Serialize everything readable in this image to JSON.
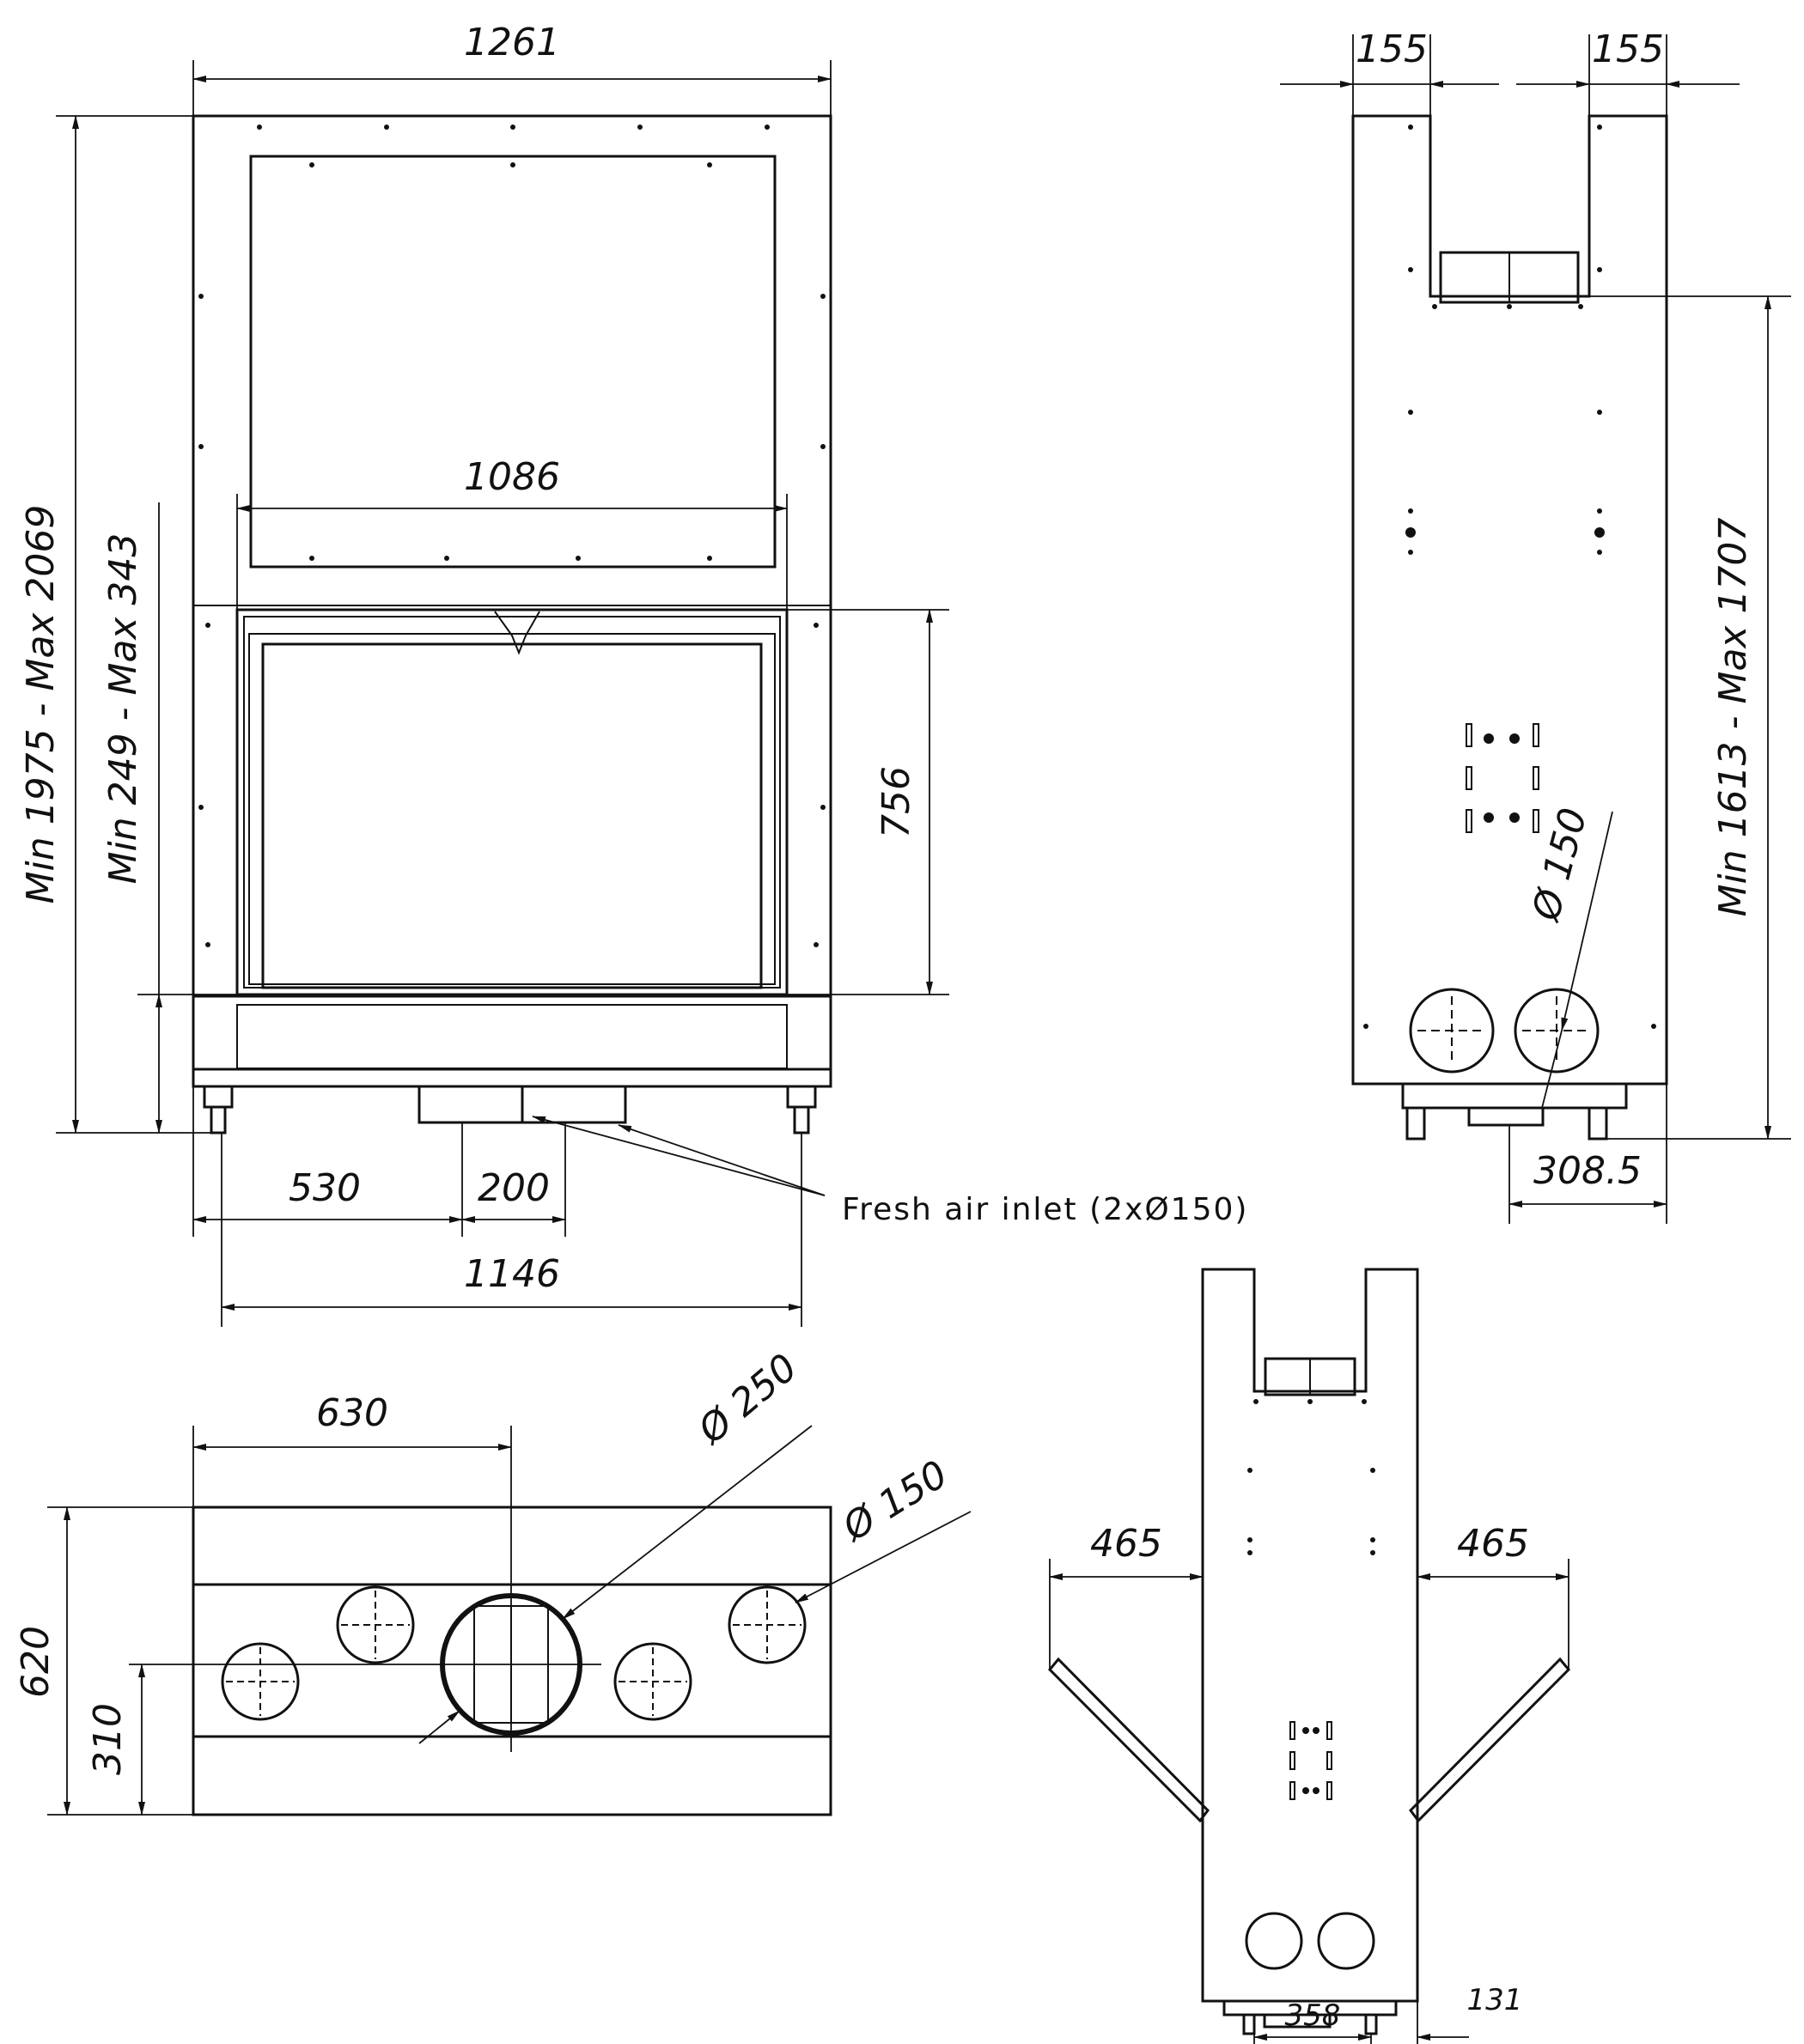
{
  "front_view": {
    "width_overall": "1261",
    "width_opening": "1086",
    "height_door": "756",
    "height_total": "Min 1975 - Max 2069",
    "height_base": "Min 249 - Max 343",
    "inlet_offset": "530",
    "inlet_spacing": "200",
    "width_base": "1146",
    "note": "Fresh air inlet (2xØ150)"
  },
  "side_view": {
    "depth_left": "155",
    "depth_right": "155",
    "height_collar": "Min 1613 - Max 1707",
    "duct_diameter": "Ø 150",
    "base_offset": "308.5"
  },
  "top_view": {
    "center_offset": "630",
    "flue_diameter": "Ø 250",
    "duct_diameter": "Ø 150",
    "depth": "620",
    "half_depth": "310"
  },
  "rear_view": {
    "arm_left": "465",
    "arm_right": "465",
    "base_width": "358",
    "base_offset": "131"
  }
}
